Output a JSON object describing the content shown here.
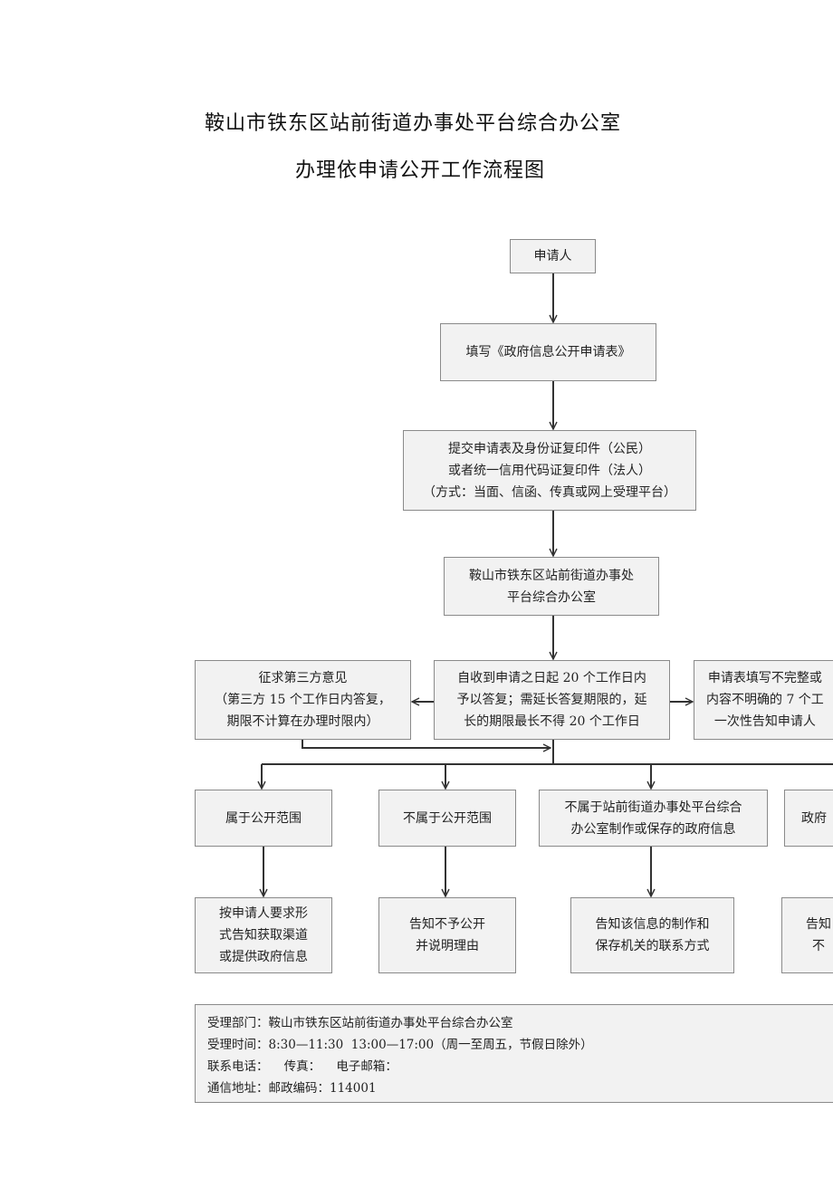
{
  "title": {
    "line1": "鞍山市铁东区站前街道办事处平台综合办公室",
    "line2": "办理依申请公开工作流程图"
  },
  "flow": {
    "applicant": "申请人",
    "fill_form": "填写《政府信息公开申请表》",
    "submit": "提交申请表及身份证复印件（公民）\n或者统一信用代码证复印件（法人）\n（方式：当面、信函、传真或网上受理平台）",
    "office": "鞍山市铁东区站前街道办事处\n平台综合办公室",
    "reply": "自收到申请之日起 20 个工作日内\n予以答复；需延长答复期限的，延\n长的期限最长不得 20 个工作日",
    "third_party": "征求第三方意见\n（第三方 15 个工作日内答复，\n期限不计算在办理时限内）",
    "incomplete": "申请表填写不完整或\n内容不明确的 7 个工\n一次性告知申请人",
    "cat_public": "属于公开范围",
    "cat_not_public": "不属于公开范围",
    "cat_not_owned": "不属于站前街道办事处平台综合\n办公室制作或保存的政府信息",
    "cat_nonexist": "政府",
    "res_public": "按申请人要求形\n式告知获取渠道\n或提供政府信息",
    "res_not_public": "告知不予公开\n并说明理由",
    "res_not_owned": "告知该信息的制作和\n保存机关的联系方式",
    "res_nonexist": "告知\n不"
  },
  "info": {
    "dept": "受理部门：鞍山市铁东区站前街道办事处平台综合办公室",
    "hours": "受理时间：8:30—11:30  13:00—17:00（周一至周五，节假日除外）",
    "contact": "联系电话：    传真：    电子邮箱：",
    "address": "通信地址：邮政编码：114001"
  }
}
